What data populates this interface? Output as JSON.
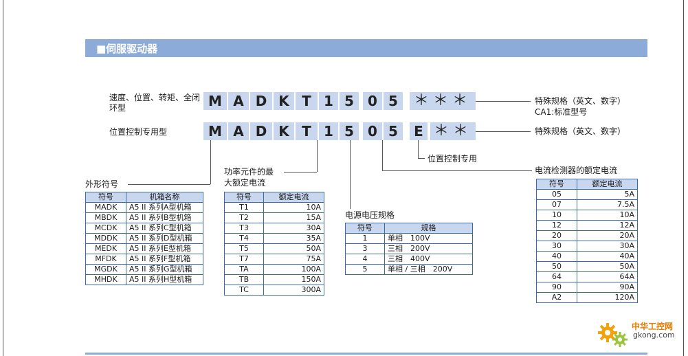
{
  "header": {
    "title": "■伺服驱动器"
  },
  "row1": {
    "label_line1": "速度、位置、转矩、全闭",
    "label_line2": "环型",
    "codes": [
      "M",
      "A",
      "D",
      "K",
      "T",
      "1",
      "5",
      "0",
      "5",
      "＊＊＊"
    ],
    "annot_line1": "特殊规格（英文、数字）",
    "annot_line2": "CA1:标准型号"
  },
  "row2": {
    "label": "位置控制专用型",
    "codes": [
      "M",
      "A",
      "D",
      "K",
      "T",
      "1",
      "5",
      "0",
      "5",
      "E",
      "＊＊"
    ],
    "annot": "特殊规格（英文、数字）"
  },
  "annotations": {
    "position_only": "位置控制专用",
    "current_detector": "电流检测器的额定电流",
    "power_element_line1": "功率元件的最",
    "power_element_line2": "大额定电流",
    "voltage_spec": "电源电压规格",
    "frame_symbol": "外形符号"
  },
  "table_frame": {
    "headers": [
      "符号",
      "机箱名称"
    ],
    "rows": [
      [
        "MADK",
        "A5 II 系列A型机箱"
      ],
      [
        "MBDK",
        "A5 II 系列B型机箱"
      ],
      [
        "MCDK",
        "A5 II 系列C型机箱"
      ],
      [
        "MDDK",
        "A5 II 系列D型机箱"
      ],
      [
        "MEDK",
        "A5 II 系列E型机箱"
      ],
      [
        "MFDK",
        "A5 II 系列F型机箱"
      ],
      [
        "MGDK",
        "A5 II 系列G型机箱"
      ],
      [
        "MHDK",
        "A5 II 系列H型机箱"
      ]
    ]
  },
  "table_power": {
    "headers": [
      "符号",
      "额定电流"
    ],
    "rows": [
      [
        "T1",
        "10A"
      ],
      [
        "T2",
        "15A"
      ],
      [
        "T3",
        "30A"
      ],
      [
        "T4",
        "35A"
      ],
      [
        "T5",
        "50A"
      ],
      [
        "T7",
        "75A"
      ],
      [
        "TA",
        "100A"
      ],
      [
        "TB",
        "150A"
      ],
      [
        "TC",
        "300A"
      ]
    ]
  },
  "table_voltage": {
    "headers": [
      "符号",
      "规格"
    ],
    "rows": [
      [
        "1",
        "单相　100V"
      ],
      [
        "3",
        "三相　200V"
      ],
      [
        "4",
        "三相　400V"
      ],
      [
        "5",
        "单相 / 三相　200V"
      ]
    ]
  },
  "table_current": {
    "headers": [
      "符号",
      "额定电流"
    ],
    "rows": [
      [
        "05",
        "5A"
      ],
      [
        "07",
        "7.5A"
      ],
      [
        "10",
        "10A"
      ],
      [
        "12",
        "12A"
      ],
      [
        "20",
        "20A"
      ],
      [
        "30",
        "30A"
      ],
      [
        "40",
        "40A"
      ],
      [
        "50",
        "50A"
      ],
      [
        "64",
        "64A"
      ],
      [
        "90",
        "90A"
      ],
      [
        "A2",
        "120A"
      ]
    ]
  },
  "logo": {
    "line1": "中华工控网",
    "line2": "gkong.com"
  },
  "colors": {
    "header": "#8cabd9",
    "code_bg": "#c8d6ee",
    "table_border": "#3b6aa8"
  }
}
